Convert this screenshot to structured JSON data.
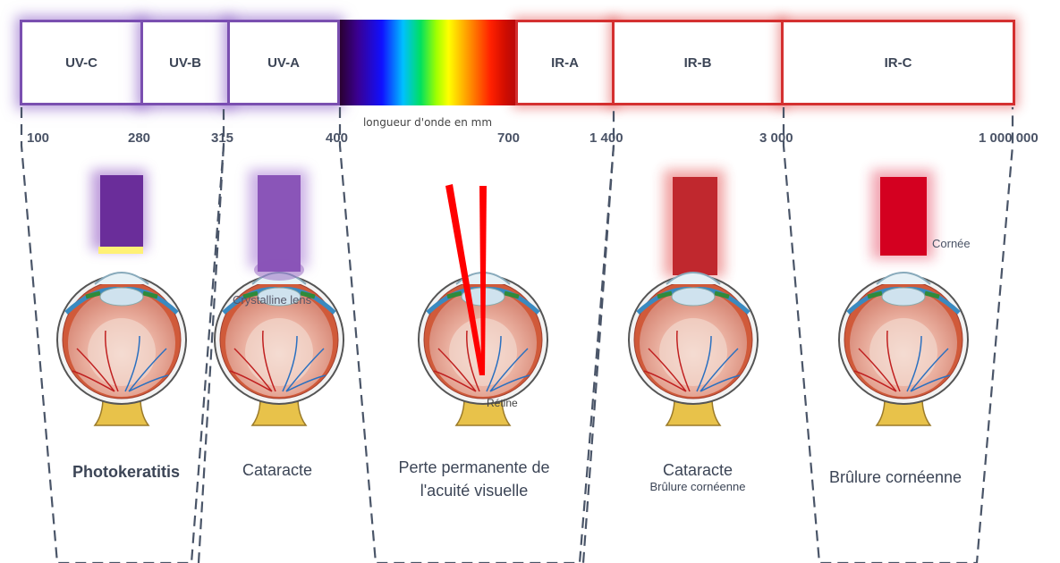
{
  "bands": {
    "uvc": "UV-C",
    "uvb": "UV-B",
    "uva": "UV-A",
    "ira": "IR-A",
    "irb": "IR-B",
    "irc": "IR-C"
  },
  "spectrum_caption": "longueur d'onde en mm",
  "ticks": [
    "100",
    "280",
    "315",
    "400",
    "700",
    "1 400",
    "3 000",
    "1 000 000"
  ],
  "eye_labels": {
    "lens": "Crystalline lens",
    "retina": "Rétine",
    "cornea": "Cornée"
  },
  "effects": {
    "uvc": "Photokeratitis",
    "uva": "Cataracte",
    "visible_line1": "Perte permanente de",
    "visible_line2": "l'acuité visuelle",
    "ira_main": "Cataracte",
    "ira_sub": "Brûlure cornéenne",
    "irc": "Brûlure cornéenne"
  },
  "colors": {
    "uv_border": "#7a4fb0",
    "ir_border": "#d43030",
    "uvc_beam": "#6a2d9a",
    "uva_beam": "#8a55b8",
    "ira_beam": "#c0282e",
    "irc_beam": "#d40020",
    "visible_ray": "#ff0000"
  }
}
